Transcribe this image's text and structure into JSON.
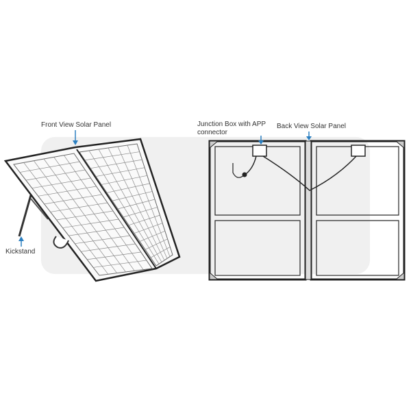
{
  "labels": {
    "front_view": "Front View Solar Panel",
    "kickstand": "Kickstand",
    "junction_box_line1": "Junction Box with APP",
    "junction_box_line2": "connector",
    "back_view": "Back View Solar Panel"
  },
  "colors": {
    "arrow": "#2a7fc1",
    "outline": "#222222",
    "grid": "#8a8a8a"
  }
}
